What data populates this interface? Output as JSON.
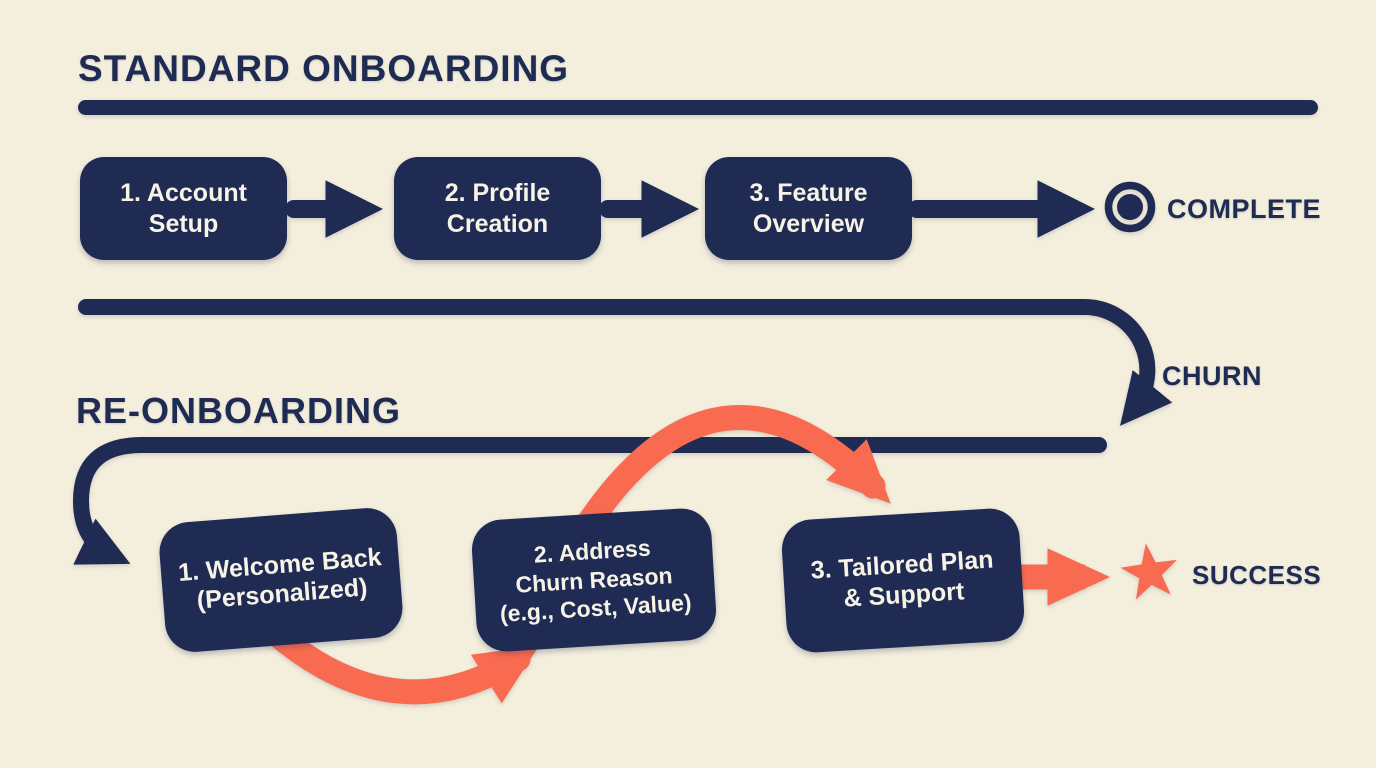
{
  "colors": {
    "background": "#f4efdd",
    "navy": "#1f2b53",
    "coral": "#f96b51",
    "box_text": "#f7f3e7"
  },
  "standard": {
    "title": "STANDARD ONBOARDING",
    "steps": [
      {
        "label": "1. Account\nSetup"
      },
      {
        "label": "2. Profile\nCreation"
      },
      {
        "label": "3. Feature\nOverview"
      }
    ],
    "complete_label": "COMPLETE"
  },
  "churn_label": "CHURN",
  "reonboarding": {
    "title": "RE-ONBOARDING",
    "steps": [
      {
        "label": "1. Welcome Back\n(Personalized)"
      },
      {
        "label": "2. Address\nChurn Reason\n(e.g., Cost, Value)"
      },
      {
        "label": "3. Tailored Plan\n& Support"
      }
    ],
    "success_label": "SUCCESS"
  },
  "icons": {
    "complete": "circle-target-icon",
    "success": "star-icon"
  }
}
